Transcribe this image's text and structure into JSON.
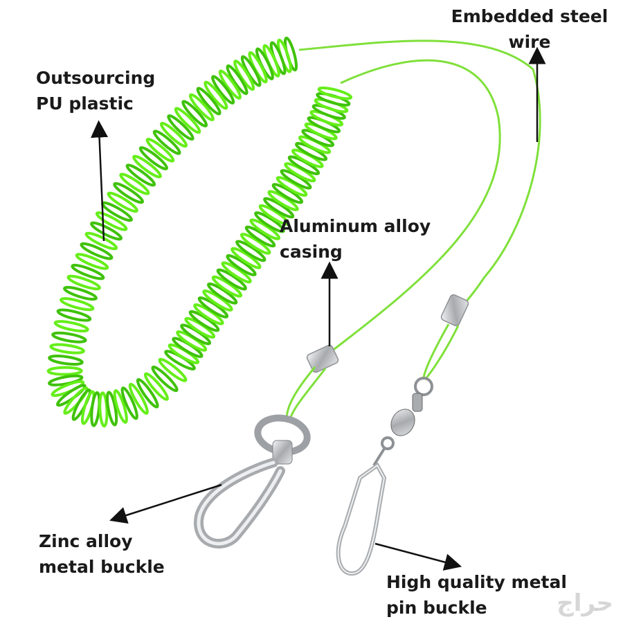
{
  "labels": {
    "pu_plastic": {
      "line1": "Outsourcing",
      "line2": "PU plastic"
    },
    "steel_wire": {
      "line1": "Embedded steel",
      "line2": "wire"
    },
    "casing": {
      "line1": "Aluminum alloy",
      "line2": "casing"
    },
    "zinc_buckle": {
      "line1": "Zinc alloy",
      "line2": "metal buckle"
    },
    "pin_buckle": {
      "line1": "High quality metal",
      "line2": "pin buckle"
    }
  },
  "watermark": "حراج",
  "colors": {
    "coil": "#66ee1a",
    "coil_dark": "#3fc20a",
    "metal": "#b9bcc0",
    "metal_dark": "#6d7074",
    "arrow": "#111111"
  }
}
